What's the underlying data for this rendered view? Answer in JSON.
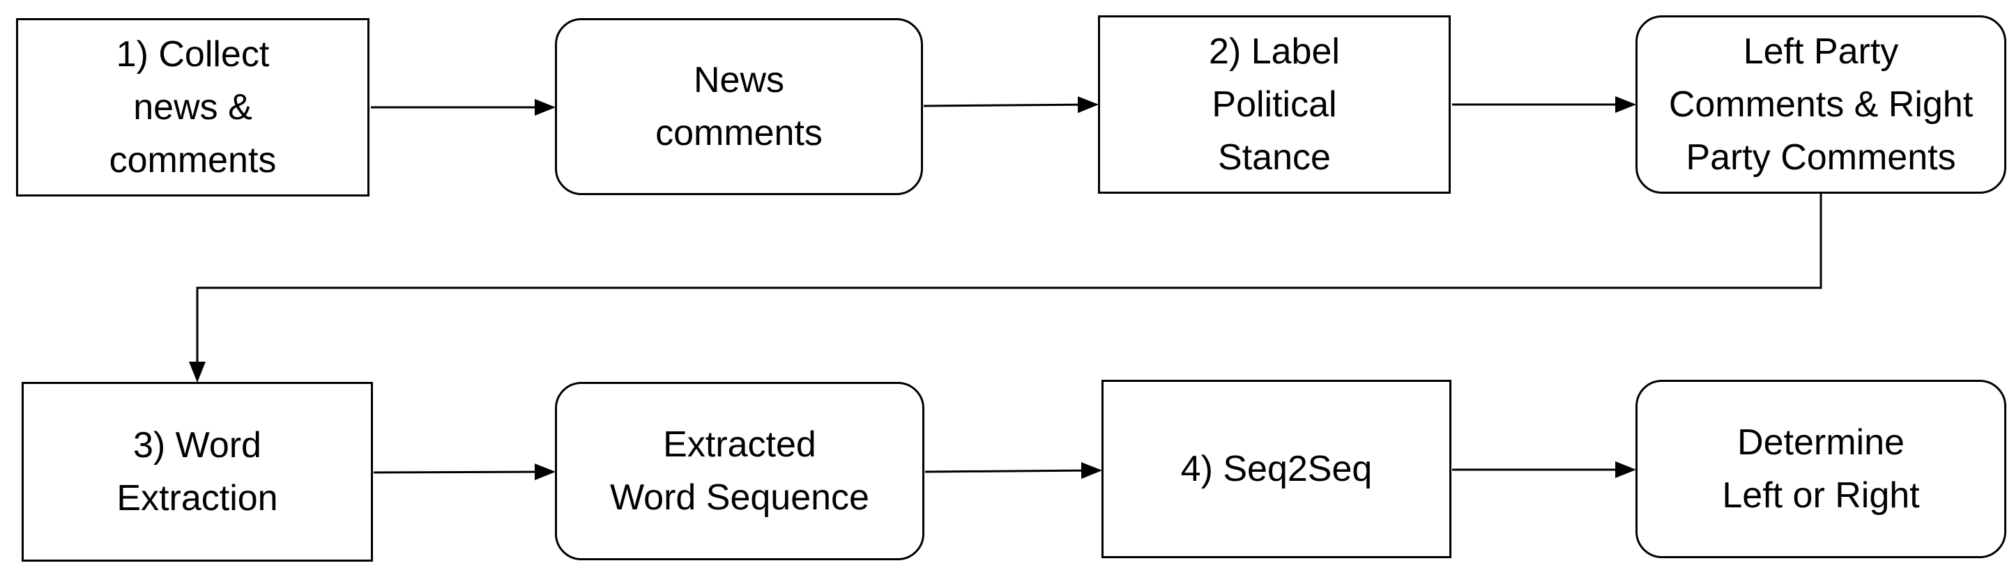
{
  "diagram": {
    "nodes": {
      "collect": {
        "text": "1) Collect\nnews &\ncomments",
        "shape": "rectangle"
      },
      "news_comments": {
        "text": "News\ncomments",
        "shape": "rounded-rectangle"
      },
      "label_stance": {
        "text": "2) Label\nPolitical\nStance",
        "shape": "rectangle"
      },
      "party_comments": {
        "text": "Left Party\nComments & Right\nParty Comments",
        "shape": "rounded-rectangle"
      },
      "word_extraction": {
        "text": "3) Word\nExtraction",
        "shape": "rectangle"
      },
      "word_sequence": {
        "text": "Extracted\nWord Sequence",
        "shape": "rounded-rectangle"
      },
      "seq2seq": {
        "text": "4) Seq2Seq",
        "shape": "rectangle"
      },
      "determine": {
        "text": "Determine\nLeft or Right",
        "shape": "rounded-rectangle"
      }
    },
    "edges": [
      [
        "collect",
        "news_comments"
      ],
      [
        "news_comments",
        "label_stance"
      ],
      [
        "label_stance",
        "party_comments"
      ],
      [
        "party_comments",
        "word_extraction"
      ],
      [
        "word_extraction",
        "word_sequence"
      ],
      [
        "word_sequence",
        "seq2seq"
      ],
      [
        "seq2seq",
        "determine"
      ]
    ],
    "colors": {
      "stroke": "#000000",
      "fill": "#ffffff",
      "text": "#000000"
    }
  }
}
